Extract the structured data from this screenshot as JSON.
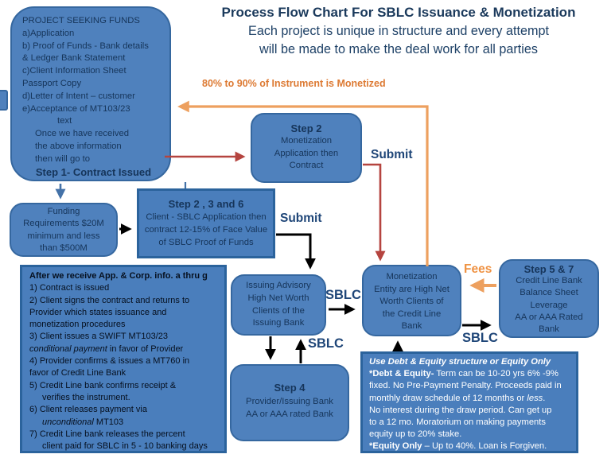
{
  "title": {
    "heading": "Process Flow Chart For SBLC Issuance & Monetization",
    "sub1": "Each project is unique in structure and every attempt",
    "sub2": "will be made to make the deal work for all parties"
  },
  "notes": {
    "monetized": "80% to 90% of Instrument is Monetized"
  },
  "labels": {
    "submit1": "Submit",
    "submit2": "Submit",
    "sblc1": "SBLC",
    "sblc2": "SBLC",
    "sblc3": "SBLC",
    "fees": "Fees"
  },
  "colors": {
    "box_fill": "#4f81bd",
    "box_border": "#35679f",
    "navy_text": "#16355a",
    "label_blue": "#1f4678",
    "orange_text": "#dd7a33",
    "orange_arrow": "#eda05f",
    "red_arrow": "#b5443f",
    "black_arrow": "#000000",
    "blue_arrow": "#4472a8"
  },
  "boxes": {
    "project": {
      "lines": [
        "PROJECT SEEKING FUNDS",
        "a)Application",
        "b) Proof of Funds - Bank details",
        "& Ledger Bank Statement",
        "c)Client Information Sheet",
        "Passport Copy",
        {
          "t": "d)Letter of  Intent – customer"
        },
        "e)Acceptance of MT103/23",
        {
          "t": "text",
          "c": "ind2"
        },
        {
          "t": "Once we have received",
          "c": "ind"
        },
        {
          "t": "the above information",
          "c": "ind"
        },
        {
          "t": "then will go to",
          "c": "ind"
        },
        {
          "t": "Step  1- Contract Issued",
          "c": "big ctr"
        }
      ]
    },
    "step2": {
      "lines": [
        {
          "t": "Step 2",
          "c": "big"
        },
        "Monetization",
        "Application then",
        "Contract"
      ]
    },
    "funding": {
      "lines": [
        "Funding",
        "Requirements  $20M",
        "minimum and less",
        "than $500M"
      ]
    },
    "step236": {
      "lines": [
        {
          "t": "Step 2 , 3 and 6",
          "c": "big"
        },
        "Client - SBLC Application then",
        "contract 12-15% of Face Value",
        "of SBLC  Proof of Funds"
      ]
    },
    "after": {
      "lines": [
        {
          "t": "After we receive App. & Corp. info. a thru g",
          "c": "b"
        },
        "1) Contract is issued",
        "2) Client signs  the contract and returns  to",
        "Provider which states issuance and",
        "monetization  procedures",
        "3) Client issues a SWIFT MT103/23",
        {
          "runs": [
            {
              "t": "conditional payment",
              "c": "i"
            },
            {
              "t": " in favor of Provider"
            }
          ]
        },
        "4) Provider confirms  &  issues a MT760 in",
        "favor of Credit Line Bank",
        "5)  Credit Line bank confirms receipt  &",
        {
          "t": "verifies the instrument.",
          "c": "ind"
        },
        "6)  Client releases payment via",
        {
          "runs": [
            {
              "t": "unconditional",
              "c": "i"
            },
            {
              "t": " MT103"
            }
          ],
          "c": "ind"
        },
        "7)  Credit Line bank releases the percent",
        {
          "t": "client paid for SBLC in 5 - 10 banking days",
          "c": "ind"
        }
      ]
    },
    "issuing": {
      "lines": [
        "Issuing Advisory",
        "High Net Worth",
        "Clients of the",
        "Issuing Bank"
      ]
    },
    "monetization": {
      "lines": [
        "Monetization",
        "Entity  are High Net",
        "Worth Clients of",
        "the Credit Line",
        "Bank"
      ]
    },
    "step57": {
      "lines": [
        {
          "t": "Step 5 & 7",
          "c": "big"
        },
        "Credit Line Bank",
        "Balance Sheet",
        "Leverage",
        "AA or AAA Rated",
        "Bank"
      ]
    },
    "step4": {
      "lines": [
        {
          "t": "Step 4",
          "c": "big"
        },
        "Provider/Issuing Bank",
        "AA or AAA rated Bank"
      ]
    },
    "debt": {
      "lines": [
        {
          "t": "Use Debt & Equity structure or Equity Only",
          "c": "bi"
        },
        {
          "runs": [
            {
              "t": "*Debt  & Equity-",
              "c": "b"
            },
            {
              "t": " Term can be 10-20 yrs 6% -9%"
            }
          ]
        },
        "fixed. No Pre-Payment Penalty. Proceeds paid in",
        {
          "runs": [
            {
              "t": "monthly draw schedule of 12 months or "
            },
            {
              "t": "less",
              "c": "i"
            },
            {
              "t": "."
            }
          ]
        },
        "No interest during the draw period. Can get up",
        "to a 12 mo. Moratorium on making payments",
        "equity  up to 20%  stake.",
        {
          "runs": [
            {
              "t": "*Equity Only",
              "c": "b"
            },
            {
              "t": " – Up to  40%.  Loan is Forgiven."
            }
          ]
        }
      ]
    }
  }
}
